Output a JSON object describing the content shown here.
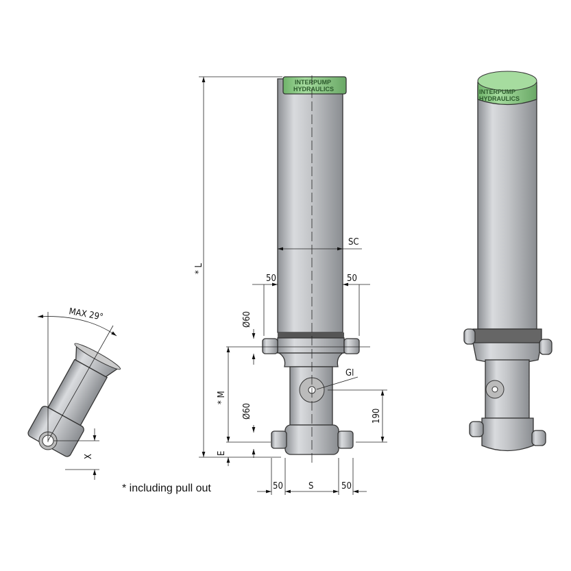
{
  "logo": {
    "line1": "INTERPUMP",
    "line2": "HYDRAULICS"
  },
  "dimensions": {
    "overall_length": "* L",
    "stroke_cylinder": "SC",
    "upper_pin_left": "50",
    "upper_pin_right": "50",
    "upper_pin_diameter": "Ø60",
    "mounting_height": "* M",
    "lower_pin_diameter": "Ø60",
    "bottom_offset": "E",
    "port": "Gl",
    "port_height": "190",
    "lower_pin_left": "50",
    "lower_spacing": "S",
    "lower_pin_right": "50",
    "tilt_angle": "MAX 29°",
    "side_offset": "X"
  },
  "footnote": "* including pull out",
  "colors": {
    "cap": "#8fcf8a",
    "body": "#c9cbce",
    "ring": "#555555"
  }
}
